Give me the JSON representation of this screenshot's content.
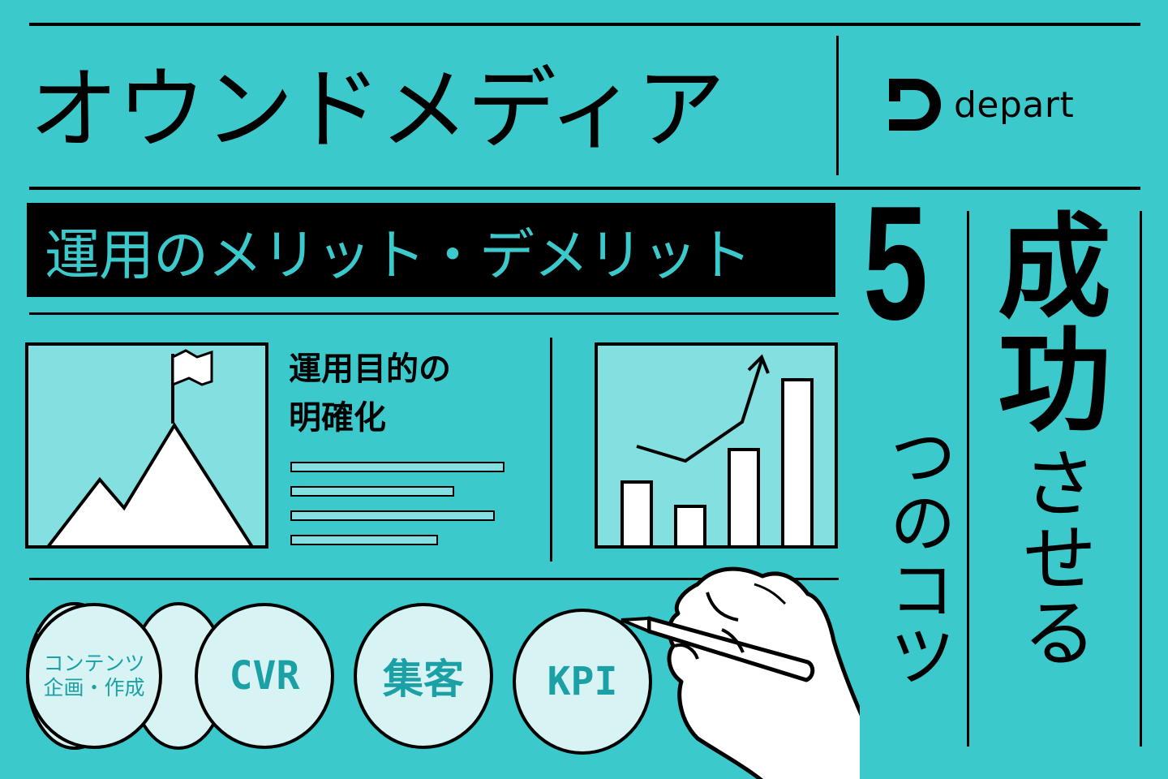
{
  "header": {
    "title": "オウンドメディア",
    "logo": {
      "icon": "depart-d-logo-icon",
      "wordmark": "depart"
    }
  },
  "subtitle": "運用のメリット・デメリット",
  "feature": {
    "illustration_left": "mountain-flag-icon",
    "title_line1": "運用目的の",
    "title_line2": "明確化",
    "placeholder_line_widths": [
      262,
      200,
      250,
      180
    ],
    "illustration_right": "bar-chart-trend-icon"
  },
  "topics": [
    {
      "line1": "コンテンツ",
      "line2": "企画・作成"
    },
    {
      "label": "CVR"
    },
    {
      "label": "集客"
    },
    {
      "label": "KPI"
    }
  ],
  "headline_vertical": {
    "number": "5",
    "counter_suffix": "つのコツ",
    "main_kanji": "成功",
    "main_kana": "させる"
  },
  "colors": {
    "background": "#3cc9cc",
    "card_fill": "#84dfe1",
    "circle_fill": "#d8f3f4",
    "circle_text": "#1ba0a6",
    "ink": "#000000"
  }
}
